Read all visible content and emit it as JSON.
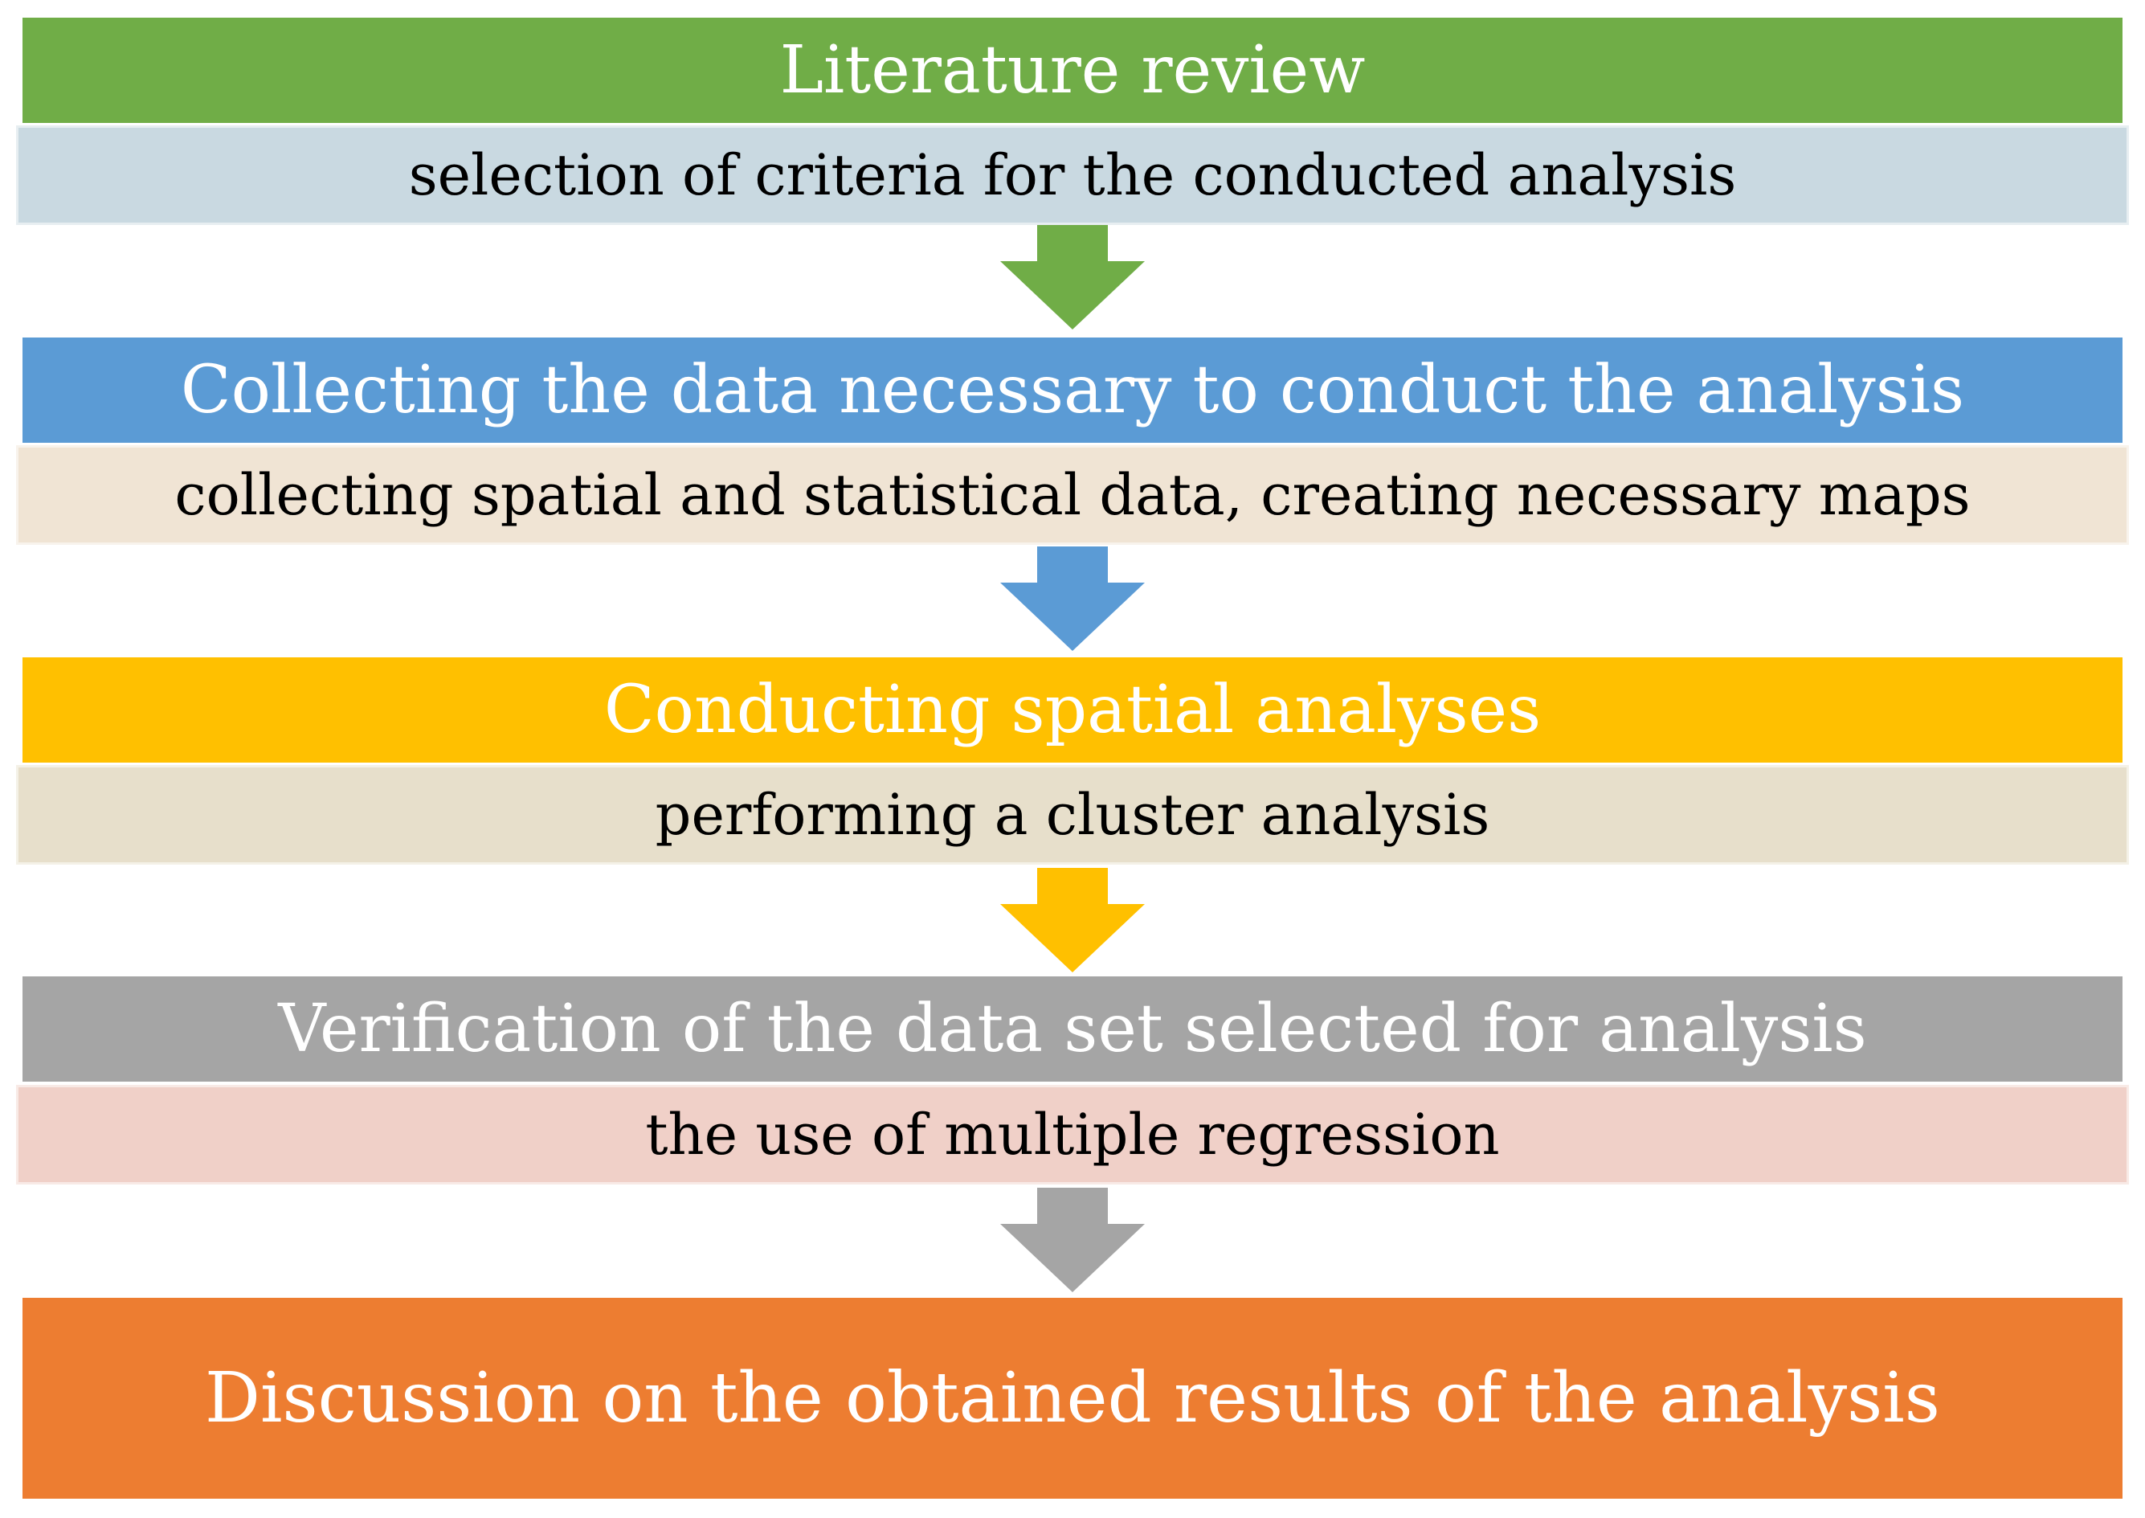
{
  "stages": [
    {
      "title": "Literature review",
      "detail": "selection of criteria for the conducted analysis",
      "title_color": "#70AD47",
      "detail_color": "#C9D9E1",
      "arrow_color": "#70AD47"
    },
    {
      "title": "Collecting the data necessary to conduct the analysis",
      "detail": "collecting spatial and statistical data, creating necessary maps",
      "title_color": "#5B9BD5",
      "detail_color": "#F0E4D4",
      "arrow_color": "#5B9BD5"
    },
    {
      "title": "Conducting spatial analyses",
      "detail": "performing a cluster analysis",
      "title_color": "#FFC000",
      "detail_color": "#E7DFCB",
      "arrow_color": "#FFC000"
    },
    {
      "title": "Verification of the data set selected for analysis",
      "detail": "the use of multiple regression",
      "title_color": "#A5A5A5",
      "detail_color": "#F0D0C8",
      "arrow_color": "#A5A5A5"
    }
  ],
  "final": {
    "title": "Discussion on the obtained results of the analysis",
    "color": "#ED7D31"
  }
}
